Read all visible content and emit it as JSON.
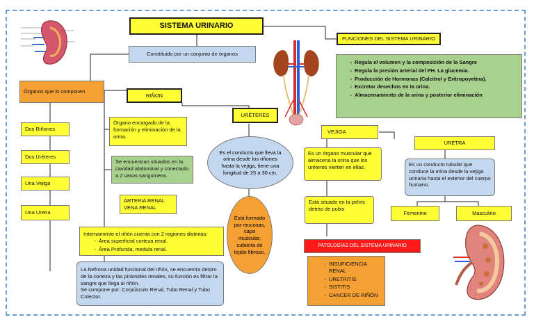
{
  "title": "SISTEMA URINARIO",
  "constituido": "Constituido por un conjunto de órganos",
  "organos_header": "Órganos que lo componen",
  "organos": [
    "Dos Riñones",
    "Dos Uréteres",
    "Una Vejiga",
    "Una Uretra"
  ],
  "rinon": {
    "header": "RIÑON",
    "def": "Órgano encargado de la formación y eliminación de la orina.",
    "ubicacion": "Se encuentran situados en la cavidad abdominal y conectado a 2 vasos sanguíneos.",
    "vasos": [
      "ARTERIA RENAL",
      "VENA RENAL"
    ],
    "regiones_intro": "Internamente el riñón cuenta con 2 regiones distintas:",
    "regiones": [
      "Área superficial corteza renal.",
      "Área Profunda, medula renal."
    ],
    "nefrona": "La Nefrona unidad funcional del riñón, se encuentra dentro de la corteza y las pirámides renales, su función es filtrar la sangre que llega al riñón.",
    "nefrona_comp": "Se compone por: Corpúsculo Renal, Tubo Renal y Tubo Colector."
  },
  "ureteres": {
    "header": "URÉTERES",
    "def": "Es el conducto que lleva la orina desde los riñones hasta la vejiga, tiene una longitud de 25 a 30 cm.",
    "estructura": "Está formado por mucosas, capa muscular, cubierta de tejido fibroso."
  },
  "vejiga": {
    "header": "VEJIGA",
    "def": "Es un órgano muscular que almacena la orina que los uréteres vierten en ellas.",
    "ubicacion": "Está situado en la pelvis detrás de pubis"
  },
  "uretra": {
    "header": "URETRA",
    "def": "Es un conducto tubular que conduce la orina desde la vejiga urinaria hasta el exterior del cuerpo humano.",
    "tipos": [
      "Femenino",
      "Masculino"
    ]
  },
  "funciones": {
    "header": "FUNCIONES DEL SISTEMA URINARIO",
    "items": [
      "Regula el volumen y la composición de la Sangre",
      "Regula la presión arterial del PH. La glucemia.",
      "Producción de Hormonas (Calcitrol y Eritropoyetina).",
      "Excretar desechos en la orina.",
      "Almacenamiento de la orina y posterior eliminación"
    ]
  },
  "patologias": {
    "header": "PATOLOGÍAS DEL SISTEMA URINARIO",
    "items": [
      "INSUFICIENCIA RENAL",
      "URETRITIS",
      "SISTITIS",
      "CANCER DE RIÑÓN"
    ]
  },
  "colors": {
    "yellow": "#ffff33",
    "green": "#a9d18e",
    "blue": "#c3d7ee",
    "orange": "#f5a033",
    "red": "#ff1a1a",
    "frame": "#6a9fd4"
  }
}
